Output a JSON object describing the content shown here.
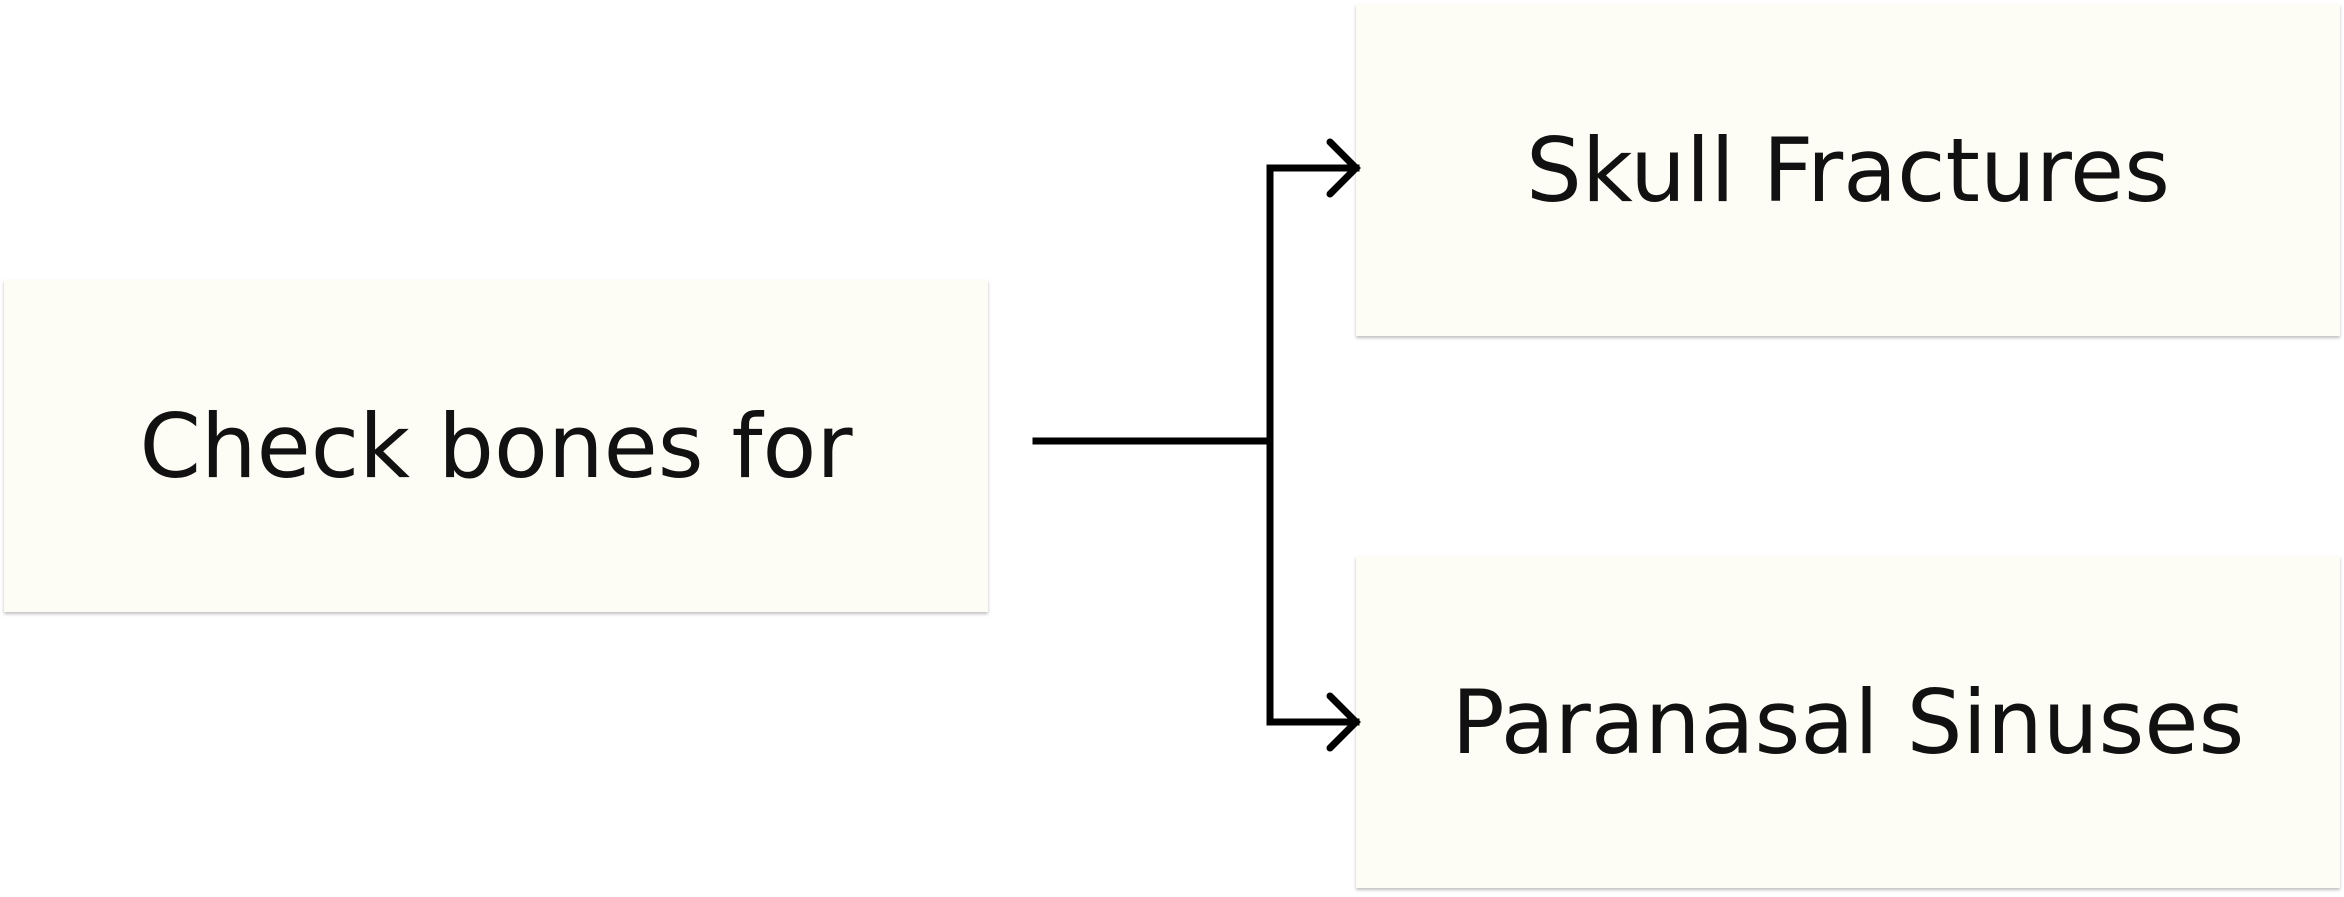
{
  "diagram": {
    "root": {
      "label": "Check bones for"
    },
    "children": [
      {
        "label": "Skull Fractures"
      },
      {
        "label": "Paranasal Sinuses"
      }
    ]
  },
  "colors": {
    "node_fill": "#fdfdf6",
    "connector": "#000000",
    "text": "#111111"
  }
}
